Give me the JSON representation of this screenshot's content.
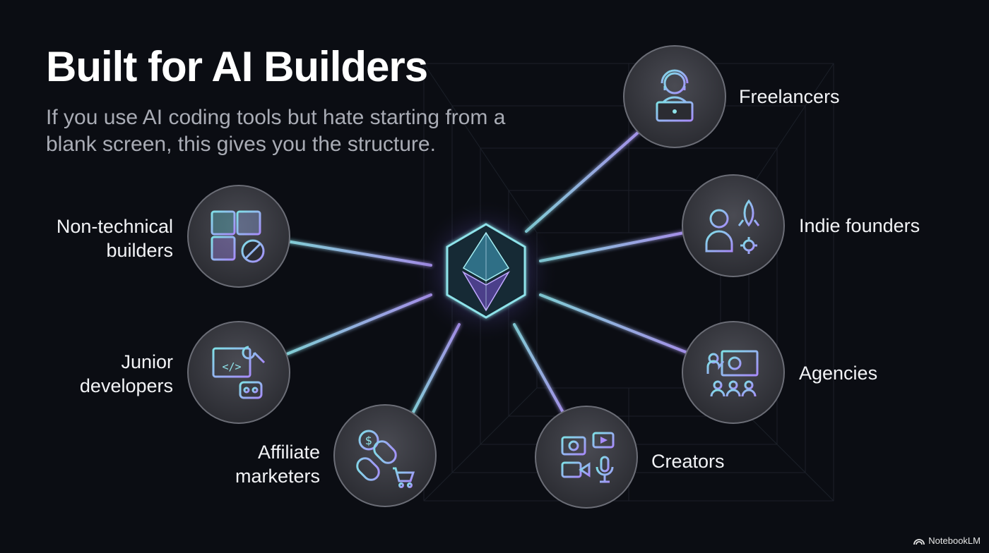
{
  "header": {
    "title": "Built for AI Builders",
    "subtitle": "If you use AI coding tools but hate starting from a blank screen, this gives you the structure."
  },
  "colors": {
    "background": "#0b0d13",
    "accent_cyan": "#7fe0e6",
    "accent_violet": "#a78bfa",
    "node_fill": "#3a3b42"
  },
  "hub": {
    "icon": "crystal-hub-icon"
  },
  "nodes": [
    {
      "id": "freelancers",
      "label": "Freelancers",
      "icon": "headset-laptop-icon"
    },
    {
      "id": "indie",
      "label": "Indie founders",
      "icon": "founder-rocket-gear-icon"
    },
    {
      "id": "agencies",
      "label": "Agencies",
      "icon": "presentation-team-icon"
    },
    {
      "id": "creators",
      "label": "Creators",
      "icon": "camera-play-mic-icon"
    },
    {
      "id": "affiliate",
      "label": "Affiliate marketers",
      "icon": "dollar-link-cart-icon"
    },
    {
      "id": "junior",
      "label": "Junior developers",
      "icon": "code-wrench-robot-icon"
    },
    {
      "id": "nontech",
      "label": "Non-technical builders",
      "icon": "puzzle-block-icon"
    }
  ],
  "badge": {
    "text": "NotebookLM",
    "icon": "notebooklm-logo-icon"
  }
}
